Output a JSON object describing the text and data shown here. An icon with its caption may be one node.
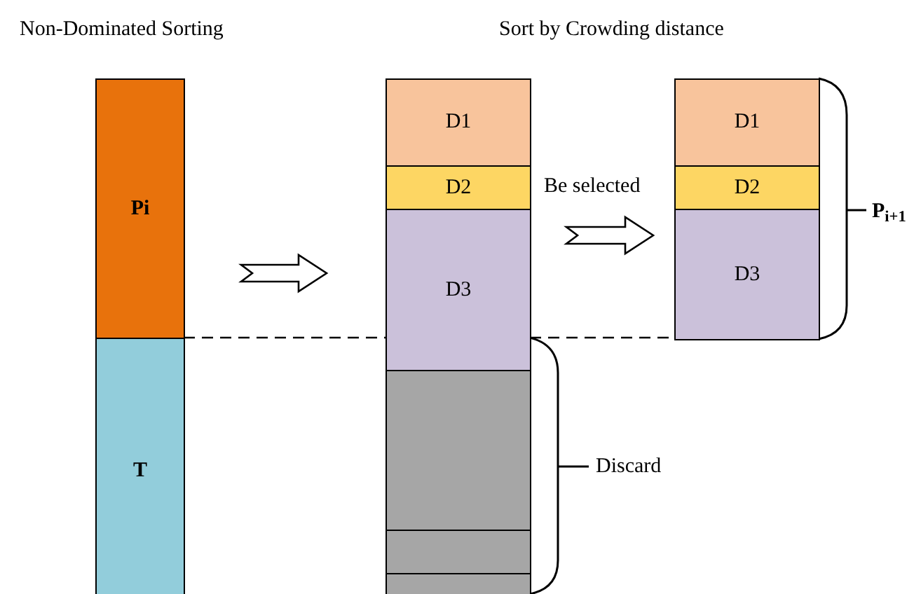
{
  "diagram": {
    "nodes": [
      {
        "text": [
          "Pi"
        ]
      },
      {
        "text": [
          "T"
        ]
      },
      {
        "text": [
          "D1"
        ]
      },
      {
        "text": [
          "D2"
        ]
      },
      {
        "text": [
          "D3"
        ]
      },
      {
        "text": [],
        "shape": "box"
      },
      {
        "text": [],
        "shape": "box"
      },
      {
        "text": [],
        "shape": "box"
      },
      {
        "text": [
          "D1"
        ]
      },
      {
        "text": [
          "D2"
        ]
      },
      {
        "text": [
          "D3"
        ]
      }
    ],
    "edges": [
      {
        "from": 0,
        "to": 4,
        "arrow": "to"
      },
      {
        "from": 4,
        "to": 10,
        "arrow": "to",
        "label": "Be selected"
      }
    ],
    "labels": [
      "Non-Dominated Sorting",
      "Sort by Crowding distance",
      "P$_{i+1}$",
      "Discard"
    ]
  }
}
